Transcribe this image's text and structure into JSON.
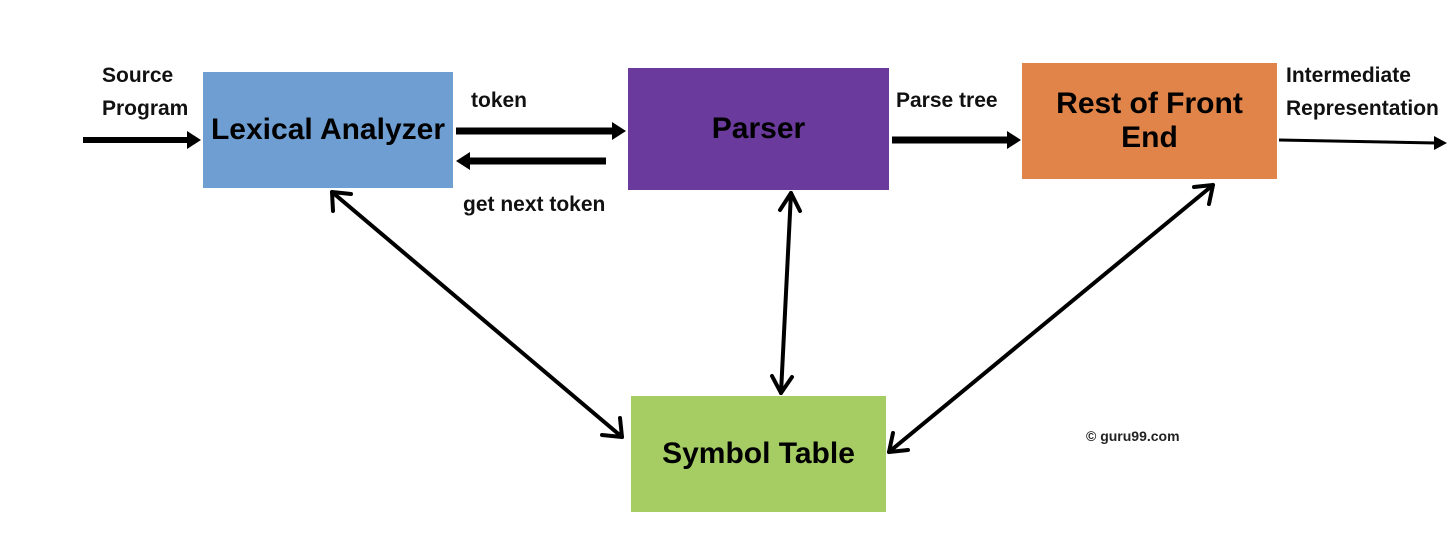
{
  "diagram": {
    "boxes": {
      "lexical": {
        "label": "Lexical Analyzer",
        "color": "#6f9fd2"
      },
      "parser": {
        "label": "Parser",
        "color": "#6a3a9c"
      },
      "rest": {
        "label": "Rest of Front\nEnd",
        "color": "#e08449"
      },
      "symbol": {
        "label": "Symbol Table",
        "color": "#a6cd63"
      }
    },
    "labels": {
      "source": "Source\nProgram",
      "token": "token",
      "get_next_token": "get next token",
      "parse_tree": "Parse tree",
      "intermediate": "Intermediate\nRepresentation",
      "copyright": "© guru99.com"
    },
    "edges": [
      {
        "from": "input",
        "to": "lexical",
        "style": "thick-arrow"
      },
      {
        "from": "lexical",
        "to": "parser",
        "label": "token",
        "style": "thick-arrow"
      },
      {
        "from": "parser",
        "to": "lexical",
        "label": "get next token",
        "style": "thick-arrow"
      },
      {
        "from": "parser",
        "to": "rest",
        "label": "Parse tree",
        "style": "thick-arrow"
      },
      {
        "from": "rest",
        "to": "output",
        "style": "thin-arrow"
      },
      {
        "from": "lexical",
        "to": "symbol",
        "style": "bidirectional"
      },
      {
        "from": "parser",
        "to": "symbol",
        "style": "bidirectional"
      },
      {
        "from": "rest",
        "to": "symbol",
        "style": "bidirectional"
      }
    ]
  }
}
